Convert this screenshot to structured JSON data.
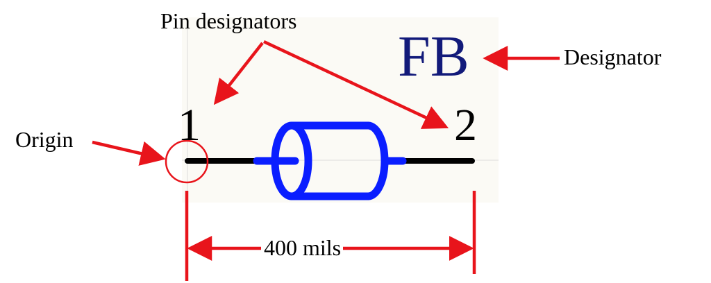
{
  "annotations": {
    "pin_designators": "Pin designators",
    "designator": "Designator",
    "origin": "Origin",
    "dimension": "400 mils"
  },
  "symbol": {
    "designator": "FB",
    "pin1": "1",
    "pin2": "2"
  },
  "colors": {
    "annotation_red": "#e8141b",
    "symbol_blue": "#0a1eff",
    "designator_navy": "#121a7a",
    "pin_black": "#000000",
    "sheet_background": "#fbfaf5",
    "grid_line": "#dcdcdc"
  }
}
